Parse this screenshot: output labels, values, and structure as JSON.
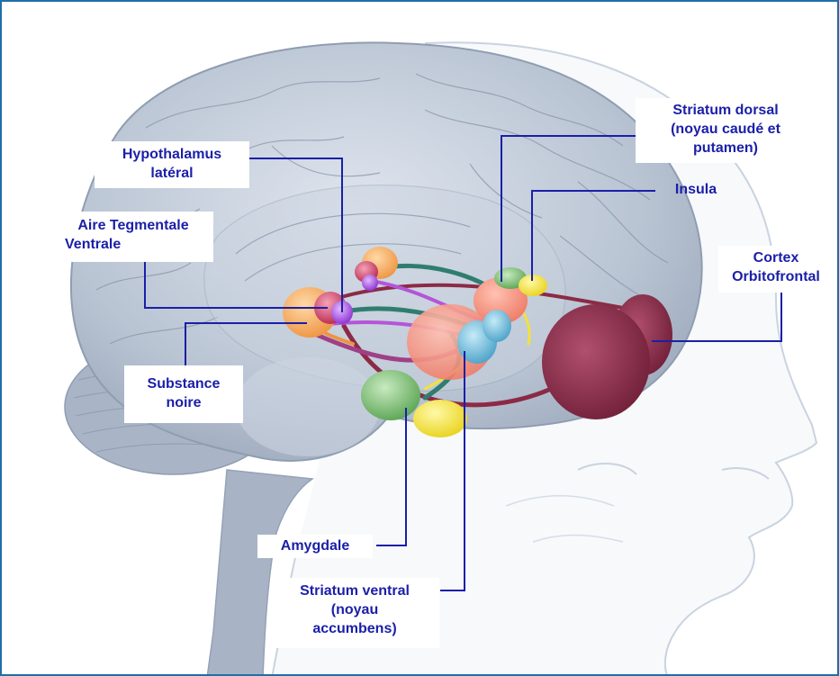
{
  "diagram": {
    "colors": {
      "border": "#1f6fa8",
      "label_text": "#1a1fa8",
      "leader_line": "#1a1fa8",
      "head_outline": "#c9d3e0",
      "brain": "#b8c3d2",
      "orbitofrontal_cortex": "#8c2a46",
      "striatum_dorsal": "#f08a78",
      "striatum_ventral": "#6fb8d8",
      "amygdala": "#78b86e",
      "insula": "#f3e23a",
      "substantia_nigra": "#f2a05e",
      "vta": "#c23a62",
      "lateral_hypothalamus": "#8a3fd1"
    },
    "labels": {
      "hypothalamus_line1": "Hypothalamus",
      "hypothalamus_line2": "latéral",
      "vta_line1": "Aire Tegmentale",
      "vta_line2": "Ventrale",
      "substance_line1": "Substance",
      "substance_line2": "noire",
      "amygdale": "Amygdale",
      "striatum_ventral_line1": "Striatum ventral",
      "striatum_ventral_line2": "(noyau",
      "striatum_ventral_line3": "accumbens)",
      "striatum_dorsal_line1": "Striatum dorsal",
      "striatum_dorsal_line2": "(noyau caudé et",
      "striatum_dorsal_line3": "putamen)",
      "insula": "Insula",
      "cortex_line1": "Cortex",
      "cortex_line2": "Orbitofrontal"
    }
  }
}
